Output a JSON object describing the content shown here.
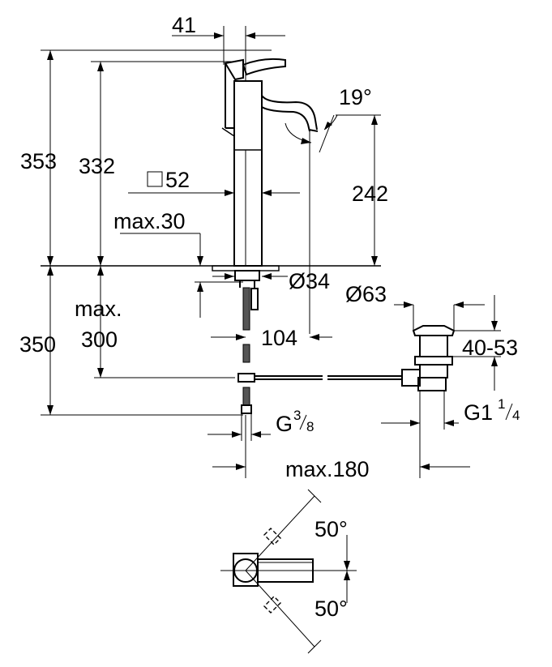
{
  "dimensions": {
    "spout_offset": "41",
    "total_height": "353",
    "lever_height": "332",
    "body_width": "52",
    "spout_angle": "19°",
    "spout_height": "242",
    "max_deck": "max.30",
    "hole_diameter": "Ø34",
    "waste_diameter": "Ø63",
    "max_prefix": "max.",
    "max_value": "300",
    "under_depth": "350",
    "reach": "104",
    "waste_range": "40-53",
    "supply_thread_base": "G",
    "supply_thread_num": "3",
    "supply_thread_den": "8",
    "waste_thread_base": "G1",
    "waste_thread_num": "1",
    "waste_thread_den": "4",
    "max_rod": "max.180",
    "swivel_angle_top": "50°",
    "swivel_angle_bottom": "50°"
  }
}
